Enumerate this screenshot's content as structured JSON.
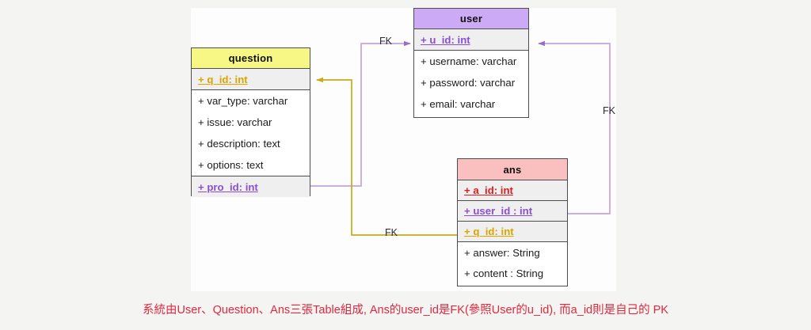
{
  "diagram": {
    "title": "ER Diagram",
    "canvas_background": "#fdfdfd",
    "page_background": "#f4f4f2",
    "tables": [
      {
        "id": "question",
        "name": "question",
        "header_color": "#f7f785",
        "rows": [
          {
            "text": "+ q_id: int",
            "kind": "primary-key",
            "color": "#d9a500",
            "underlined": true
          },
          {
            "text": "+ var_type: varchar",
            "kind": "attribute",
            "color": "#1b1b1b",
            "underlined": false
          },
          {
            "text": "+ issue: varchar",
            "kind": "attribute",
            "color": "#1b1b1b",
            "underlined": false
          },
          {
            "text": "+ description: text",
            "kind": "attribute",
            "color": "#1b1b1b",
            "underlined": false
          },
          {
            "text": "+ options: text",
            "kind": "attribute",
            "color": "#1b1b1b",
            "underlined": false
          },
          {
            "text": "+ pro_id: int",
            "kind": "foreign-key",
            "color": "#8a4fd3",
            "underlined": true
          }
        ]
      },
      {
        "id": "user",
        "name": "user",
        "header_color": "#ccaaf5",
        "rows": [
          {
            "text": "+ u_id: int",
            "kind": "primary-key",
            "color": "#8a4fd3",
            "underlined": true
          },
          {
            "text": "+ username: varchar",
            "kind": "attribute",
            "color": "#1b1b1b",
            "underlined": false
          },
          {
            "text": "+ password: varchar",
            "kind": "attribute",
            "color": "#1b1b1b",
            "underlined": false
          },
          {
            "text": "+ email: varchar",
            "kind": "attribute",
            "color": "#1b1b1b",
            "underlined": false
          }
        ]
      },
      {
        "id": "ans",
        "name": "ans",
        "header_color": "#fac0c0",
        "rows": [
          {
            "text": "+ a_id: int",
            "kind": "primary-key",
            "color": "#e01b1b",
            "underlined": true
          },
          {
            "text": "+ user_id : int",
            "kind": "foreign-key",
            "color": "#8a4fd3",
            "underlined": true
          },
          {
            "text": "+ q_id: int",
            "kind": "foreign-key",
            "color": "#d9a500",
            "underlined": true
          },
          {
            "text": "+ answer: String",
            "kind": "attribute",
            "color": "#1b1b1b",
            "underlined": false
          },
          {
            "text": "+ content : String",
            "kind": "attribute",
            "color": "#1b1b1b",
            "underlined": false
          }
        ]
      }
    ],
    "relations": [
      {
        "id": "question-pro-id-to-user-u-id",
        "label": "FK",
        "color": "#c3a6d8",
        "from": "question.pro_id",
        "to": "user.u_id"
      },
      {
        "id": "question-q-id-to-ans-q-id",
        "label": "FK",
        "color": "#c8ab17",
        "from": "question.q_id",
        "to": "ans.q_id"
      },
      {
        "id": "ans-user-id-to-user-u-id",
        "label": "FK",
        "color": "#c3a6d8",
        "from": "ans.user_id",
        "to": "user.u_id"
      }
    ],
    "caption": "系統由User、Question、Ans三張Table組成, Ans的user_id是FK(參照User的u_id), 而a_id則是自己的 PK",
    "caption_color": "#e0293f"
  }
}
